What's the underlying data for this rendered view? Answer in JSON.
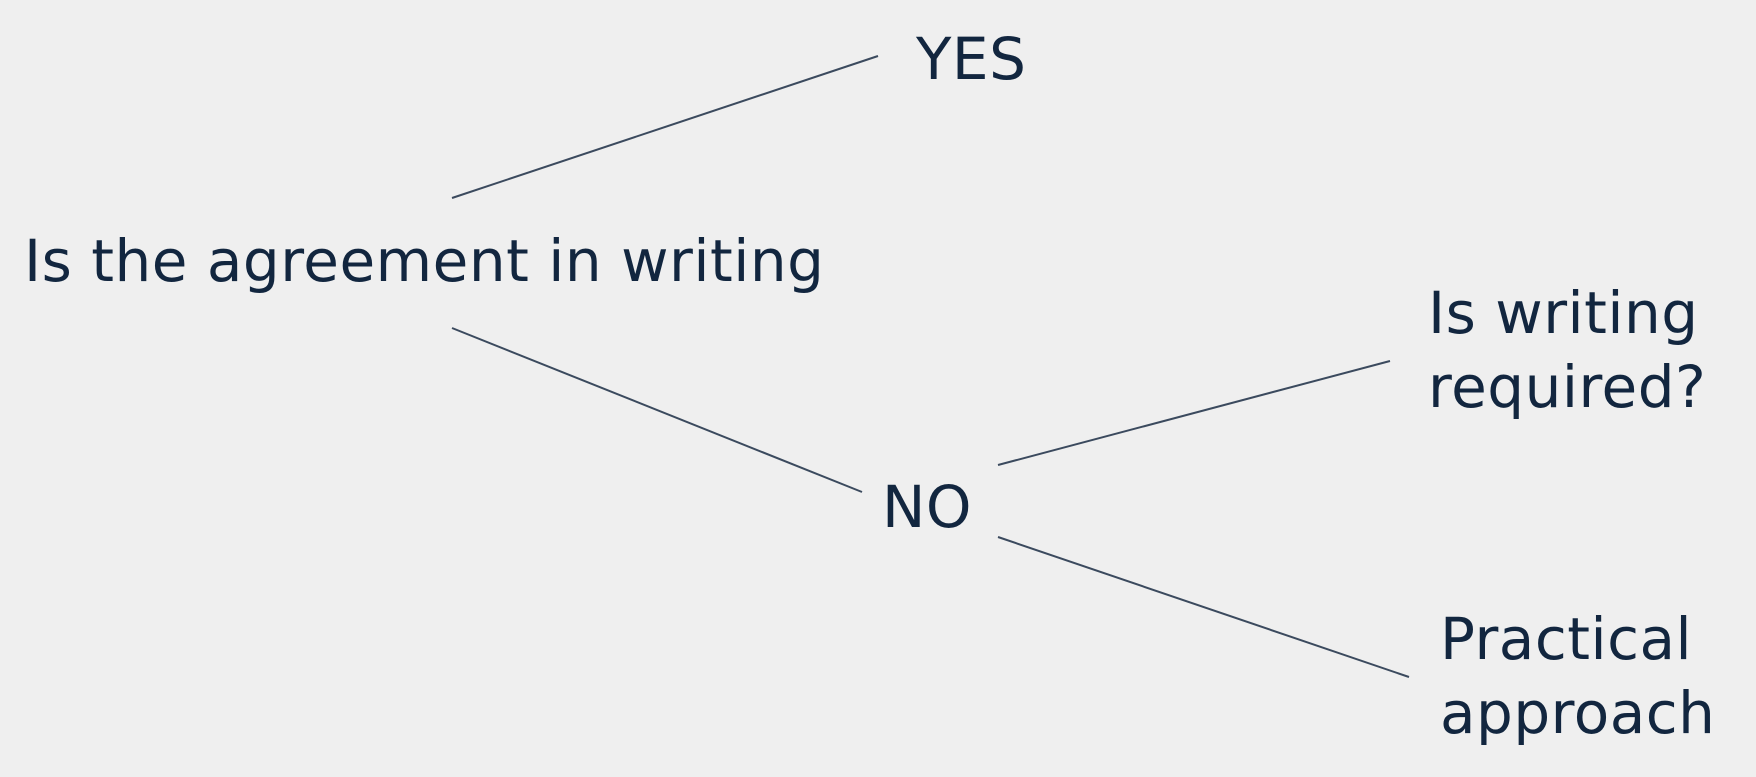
{
  "diagram": {
    "root_question": "Is the agreement in writing",
    "yes_label": "YES",
    "no_label": "NO",
    "followup_question": {
      "line1": "Is writing",
      "line2": "required?"
    },
    "outcome": {
      "line1": "Practical",
      "line2": "approach"
    }
  },
  "colors": {
    "background": "#efefef",
    "text": "#12263f",
    "connector": "#3b4a5e"
  }
}
